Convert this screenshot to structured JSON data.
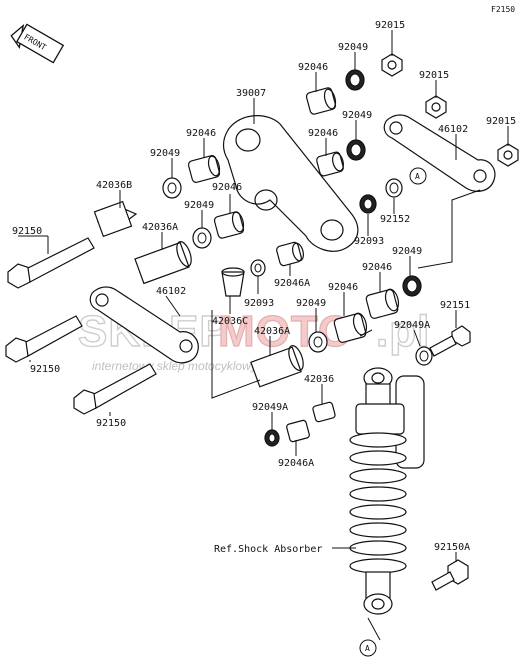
{
  "diagram_code": "F2150",
  "front_label": "FRONT",
  "watermark": {
    "brand_left": "SKLEP",
    "brand_right": "MOTO",
    "brand_suffix": ".pl",
    "tagline": "internetowy sklep motocyklowy"
  },
  "ref_label": "Ref.Shock Absorber",
  "connector_label": "A",
  "labels": {
    "p92015_a": "92015",
    "p92049_a": "92049",
    "p92046_a": "92046",
    "p92015_b": "92015",
    "p39007": "39007",
    "p92049_b": "92049",
    "p92015_c": "92015",
    "p46102_a": "46102",
    "p92046_b": "92046",
    "p92046_c": "92046",
    "p92049_c": "92049",
    "p92046_d": "92046",
    "p42036b": "42036B",
    "p92049_d": "92049",
    "p92152": "92152",
    "p42036a_a": "42036A",
    "p92093_a": "92093",
    "p92150_a": "92150",
    "p92049_e": "92049",
    "p92046a_a": "92046A",
    "p92093_b": "92093",
    "p92046_e": "92046",
    "p46102_b": "46102",
    "p92046_f": "92046",
    "p42036c": "42036C",
    "p92049_f": "92049",
    "p92151": "92151",
    "p42036a_b": "42036A",
    "p92049a_a": "92049A",
    "p92150_b": "92150",
    "p42036": "42036",
    "p92150_c": "92150",
    "p92049a_b": "92049A",
    "p92046a_b": "92046A",
    "p92150a": "92150A"
  }
}
